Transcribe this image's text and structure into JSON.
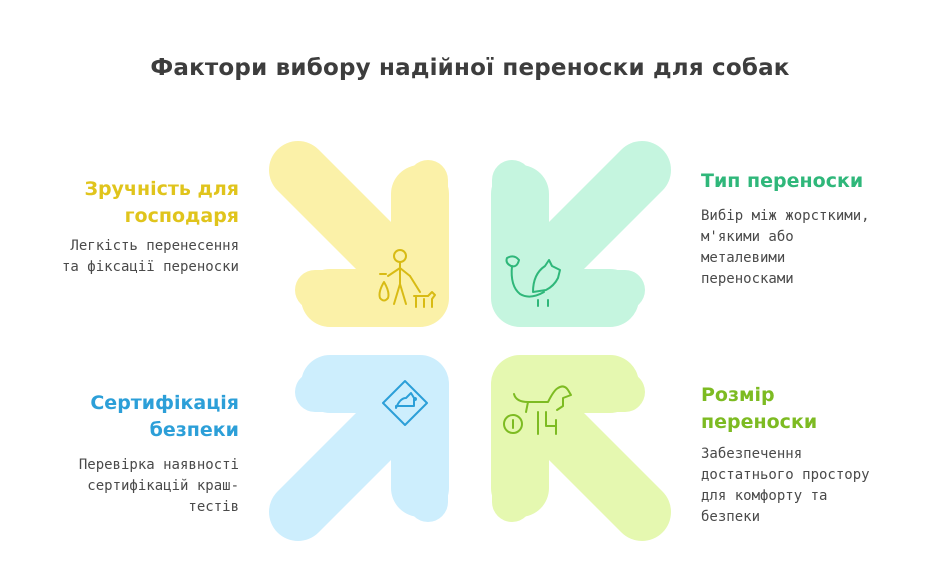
{
  "title": "Фактори вибору надійної переноски для собак",
  "colors": {
    "yellow_text": "#e0c41c",
    "green_text": "#2fb77a",
    "blue_text": "#2c9fd8",
    "lime_text": "#7dbb22",
    "yellow_fill": "#fbf1a8",
    "green_fill": "#c5f5df",
    "blue_fill": "#cdeefd",
    "lime_fill": "#e5f8b0"
  },
  "factors": [
    {
      "id": "convenience",
      "heading_lines": [
        "Зручність для",
        "господаря"
      ],
      "desc_lines": [
        "Легкість перенесення",
        "та фіксації переноски"
      ],
      "icon": "person-walking-dog-icon"
    },
    {
      "id": "type",
      "heading_lines": [
        "Тип переноски"
      ],
      "desc_lines": [
        "Вибір між жорсткими,",
        "м'якими або",
        "металевими",
        "переносками"
      ],
      "icon": "leash-dog-icon"
    },
    {
      "id": "certification",
      "heading_lines": [
        "Сертифікація",
        "безпеки"
      ],
      "desc_lines": [
        "Перевірка наявності",
        "сертифікацій краш-",
        "тестів"
      ],
      "icon": "dog-warning-sign-icon"
    },
    {
      "id": "size",
      "heading_lines": [
        "Розмір",
        "переноски"
      ],
      "desc_lines": [
        "Забезпечення",
        "достатнього простору",
        "для комфорту та",
        "безпеки"
      ],
      "icon": "dog-wheelchair-icon"
    }
  ]
}
